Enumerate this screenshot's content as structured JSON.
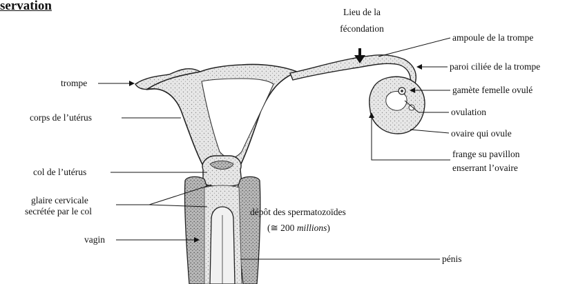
{
  "heading": "servation",
  "labels": {
    "trompe": "trompe",
    "corps_uterus": "corps de l’utérus",
    "col_uterus": "col de l’utérus",
    "glaire_line1": "glaire cervicale",
    "glaire_line2": "secrétée par le col",
    "vagin": "vagin",
    "lieu_line1": "Lieu de la",
    "lieu_line2": "fécondation",
    "ampoule": "ampoule de la trompe",
    "paroi": "paroi ciliée de la trompe",
    "gamete": "gamète femelle ovulé",
    "ovulation": "ovulation",
    "ovaire": "ovaire qui ovule",
    "frange_line1": "frange su pavillon",
    "frange_line2": "enserrant l’ovaire",
    "depot": "dépôt des spermatozoïdes",
    "depot_count_prefix": "(≅ 200 ",
    "depot_count_word": "millions",
    "depot_count_suffix": ")",
    "penis": "pénis"
  }
}
